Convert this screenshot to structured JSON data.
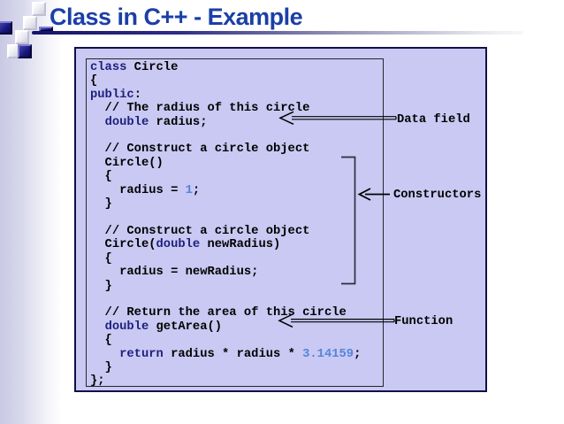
{
  "slide": {
    "title": "Class in C++ - Example"
  },
  "colors": {
    "title": "#1b3fa8",
    "box_fill": "#c9c9f3",
    "outer_border": "#10104a",
    "code_border": "#26262e",
    "keyword": "#1f1f7e",
    "number": "#5585db",
    "code_text": "#000000",
    "rule_navy": "#14146a",
    "arrow": "#000000"
  },
  "code": {
    "lines": [
      [
        {
          "t": "class",
          "c": "k"
        },
        {
          "t": " Circle",
          "c": "p"
        }
      ],
      [
        {
          "t": "{",
          "c": "p"
        }
      ],
      [
        {
          "t": "public",
          "c": "k"
        },
        {
          "t": ":",
          "c": "p"
        }
      ],
      [
        {
          "t": "  // The radius of this circle",
          "c": "p"
        }
      ],
      [
        {
          "t": "  ",
          "c": "p"
        },
        {
          "t": "double",
          "c": "k"
        },
        {
          "t": " radius;",
          "c": "p"
        }
      ],
      [],
      [
        {
          "t": "  // Construct a circle object",
          "c": "p"
        }
      ],
      [
        {
          "t": "  Circle()",
          "c": "p"
        }
      ],
      [
        {
          "t": "  {",
          "c": "p"
        }
      ],
      [
        {
          "t": "    radius = ",
          "c": "p"
        },
        {
          "t": "1",
          "c": "n"
        },
        {
          "t": ";",
          "c": "p"
        }
      ],
      [
        {
          "t": "  }",
          "c": "p"
        }
      ],
      [],
      [
        {
          "t": "  // Construct a circle object",
          "c": "p"
        }
      ],
      [
        {
          "t": "  Circle(",
          "c": "p"
        },
        {
          "t": "double",
          "c": "k"
        },
        {
          "t": " newRadius)",
          "c": "p"
        }
      ],
      [
        {
          "t": "  {",
          "c": "p"
        }
      ],
      [
        {
          "t": "    radius = newRadius;",
          "c": "p"
        }
      ],
      [
        {
          "t": "  }",
          "c": "p"
        }
      ],
      [],
      [
        {
          "t": "  // Return the area of this circle",
          "c": "p"
        }
      ],
      [
        {
          "t": "  ",
          "c": "p"
        },
        {
          "t": "double",
          "c": "k"
        },
        {
          "t": " getArea()",
          "c": "p"
        }
      ],
      [
        {
          "t": "  {",
          "c": "p"
        }
      ],
      [
        {
          "t": "    ",
          "c": "p"
        },
        {
          "t": "return",
          "c": "k"
        },
        {
          "t": " radius * radius * ",
          "c": "p"
        },
        {
          "t": "3.14159",
          "c": "n"
        },
        {
          "t": ";",
          "c": "p"
        }
      ],
      [
        {
          "t": "  }",
          "c": "p"
        }
      ],
      [
        {
          "t": "};",
          "c": "p"
        }
      ]
    ]
  },
  "annotations": {
    "data_field": {
      "label": "Data field"
    },
    "constructors": {
      "label": "Constructors"
    },
    "function": {
      "label": "Function"
    }
  }
}
